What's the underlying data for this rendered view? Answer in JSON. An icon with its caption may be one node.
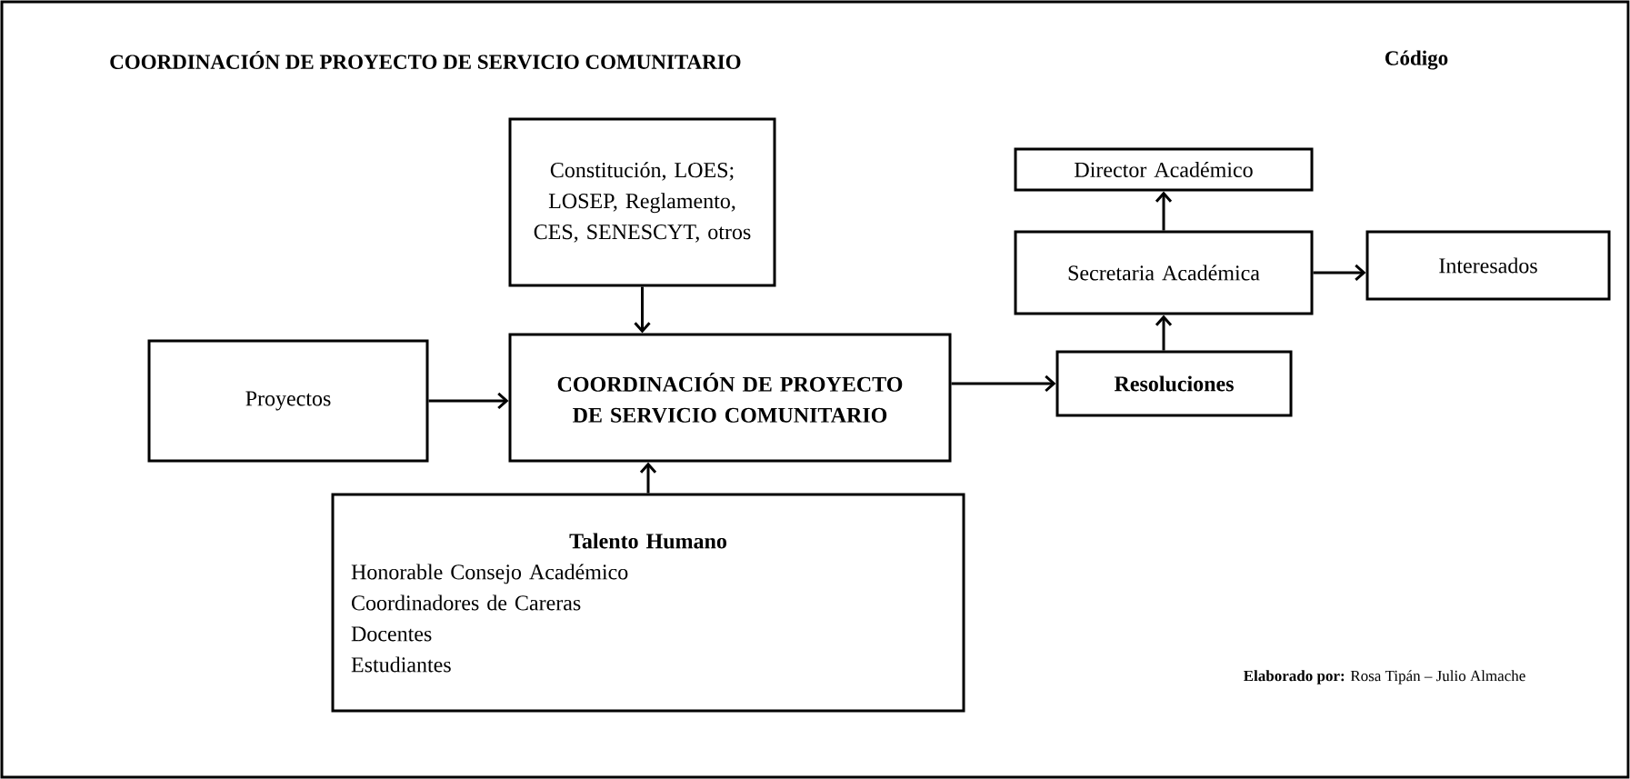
{
  "diagram": {
    "title": "COORDINACIÓN DE PROYECTO DE SERVICIO COMUNITARIO",
    "nodes": [
      {
        "text": [
          "Constitución, LOES; LOSEP, Reglamento, CES, SENESCYT, otros"
        ]
      },
      {
        "text": [
          "Proyectos"
        ]
      },
      {
        "text": [
          "COORDINACIÓN DE PROYECTO DE SERVICIO COMUNITARIO"
        ]
      },
      {
        "text": [
          "Talento Humano",
          "Honorable Consejo Académico",
          "Coordinadores de Careras",
          "Docentes",
          "Estudiantes"
        ]
      },
      {
        "text": [
          "Resoluciones"
        ]
      },
      {
        "text": [
          "Secretaria Académica"
        ]
      },
      {
        "text": [
          "Director Académico"
        ]
      },
      {
        "text": [
          "Interesados"
        ]
      }
    ],
    "edges": [
      {
        "from": 0,
        "to": 2,
        "arrow": "to"
      },
      {
        "from": 1,
        "to": 2,
        "arrow": "to"
      },
      {
        "from": 3,
        "to": 2,
        "arrow": "to"
      },
      {
        "from": 2,
        "to": 4,
        "arrow": "to"
      },
      {
        "from": 4,
        "to": 5,
        "arrow": "to"
      },
      {
        "from": 5,
        "to": 6,
        "arrow": "to"
      },
      {
        "from": 5,
        "to": 7,
        "arrow": "to"
      }
    ],
    "labels": [
      "Código",
      "**Elaborado por:** Rosa Tipán – Julio Almache"
    ]
  }
}
